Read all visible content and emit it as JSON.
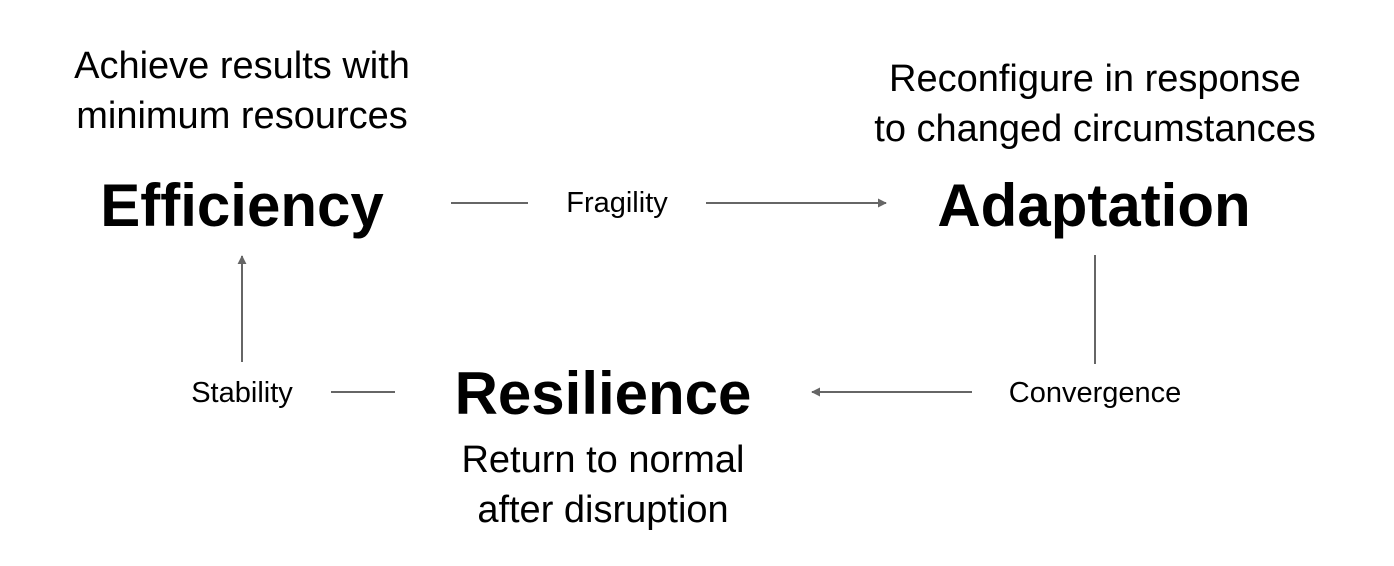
{
  "nodes": {
    "efficiency": {
      "title": "Efficiency",
      "description": "Achieve results with\nminimum resources"
    },
    "adaptation": {
      "title": "Adaptation",
      "description": "Reconfigure in response\nto changed circumstances"
    },
    "resilience": {
      "title": "Resilience",
      "description": "Return to normal\nafter disruption"
    }
  },
  "edges": {
    "fragility": {
      "label": "Fragility"
    },
    "convergence": {
      "label": "Convergence"
    },
    "stability": {
      "label": "Stability"
    }
  },
  "colors": {
    "text": "#000000",
    "connector": "#666666",
    "background": "#ffffff"
  }
}
